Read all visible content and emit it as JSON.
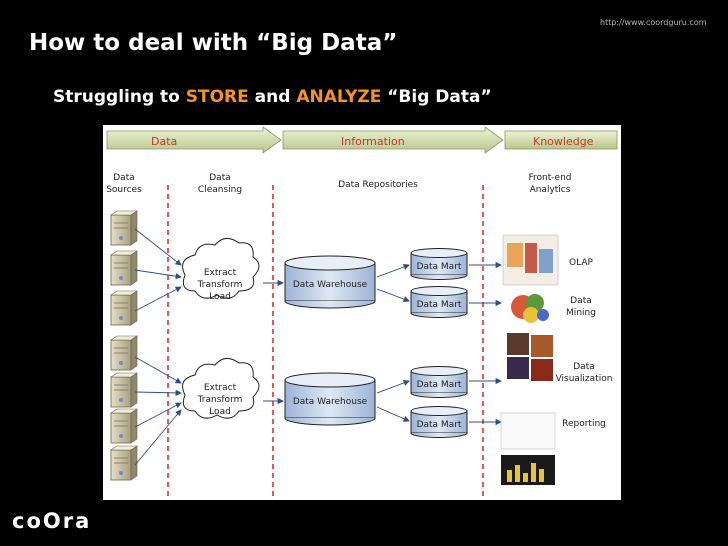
{
  "url": "http://www.coordguru.com",
  "title": "How to deal with “Big Data”",
  "subtitle": {
    "prefix": "Struggling to ",
    "store": "STORE",
    "and": " and ",
    "analyze": "ANALYZE",
    "suffix": " “Big Data”"
  },
  "diagram": {
    "stages": [
      "Data",
      "Information",
      "Knowledge"
    ],
    "columns": {
      "data_sources": [
        "Data",
        "Sources"
      ],
      "data_cleansing": [
        "Data",
        "Cleansing"
      ],
      "repositories": "Data Repositories",
      "analytics": [
        "Front-end",
        "Analytics"
      ]
    },
    "etl": [
      "Extract",
      "Transform",
      "Load"
    ],
    "warehouse": "Data Warehouse",
    "mart": "Data Mart",
    "outputs": {
      "olap": "OLAP",
      "data_mining": [
        "Data",
        "Mining"
      ],
      "visualization": [
        "Data",
        "Visualization"
      ],
      "reporting": "Reporting"
    }
  },
  "logo": "coOra"
}
